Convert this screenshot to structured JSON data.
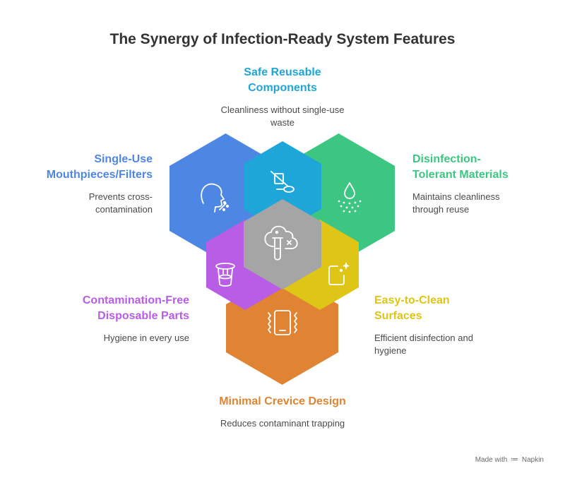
{
  "title": "The Synergy of Infection-Ready System Features",
  "features": {
    "top": {
      "title_line1": "Safe Reusable",
      "title_line2": "Components",
      "desc_line1": "Cleanliness without single-use",
      "desc_line2": "waste",
      "color": "#1FA6D8",
      "icon": "spoon-no-disposable-icon"
    },
    "upper_left": {
      "title_line1": "Single-Use",
      "title_line2": "Mouthpieces/Filters",
      "desc_line1": "Prevents cross-",
      "desc_line2": "contamination",
      "color": "#4E86E4",
      "icon": "head-breathing-icon"
    },
    "upper_right": {
      "title_line1": "Disinfection-",
      "title_line2": "Tolerant Materials",
      "desc_line1": "Maintains cleanliness",
      "desc_line2": "through reuse",
      "color": "#3DC682",
      "icon": "droplet-spray-icon"
    },
    "lower_left": {
      "title_line1": "Contamination-Free",
      "title_line2": "Disposable Parts",
      "desc_line1": "Hygiene in every use",
      "desc_line2": "",
      "color": "#B95CE6",
      "icon": "disposable-cup-icon"
    },
    "lower_right": {
      "title_line1": "Easy-to-Clean",
      "title_line2": "Surfaces",
      "desc_line1": "Efficient disinfection and",
      "desc_line2": "hygiene",
      "color": "#DEC516",
      "icon": "sparkling-surface-icon"
    },
    "bottom": {
      "title_line1": "Minimal Crevice Design",
      "desc_line1": "Reduces contaminant trapping",
      "color": "#E08433",
      "icon": "phone-vibrate-icon"
    }
  },
  "center": {
    "color": "#A5A5A5",
    "icon": "germ-test-tube-icon"
  },
  "footer": {
    "prefix": "Made with",
    "brand": "Napkin"
  }
}
